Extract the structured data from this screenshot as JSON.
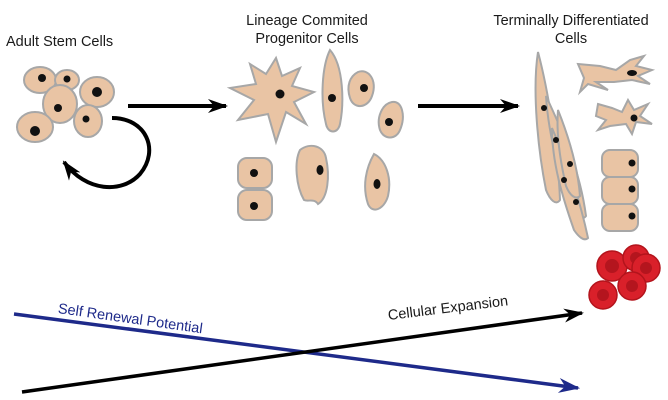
{
  "labels": {
    "adult_stem_cells": "Adult Stem Cells",
    "progenitor_line1": "Lineage Commited",
    "progenitor_line2": "Progenitor Cells",
    "terminal_line1": "Terminally Differentiated",
    "terminal_line2": "Cells",
    "self_renewal": "Self Renewal Potential",
    "cellular_expansion": "Cellular Expansion"
  },
  "colors": {
    "cell_fill": "#e9c4a4",
    "cell_outline": "#a7a7a7",
    "nucleus": "#111111",
    "self_renewal_arrow": "#1e2a8a",
    "expansion_arrow": "#000000",
    "red_blood_cell": "#d9202a"
  }
}
